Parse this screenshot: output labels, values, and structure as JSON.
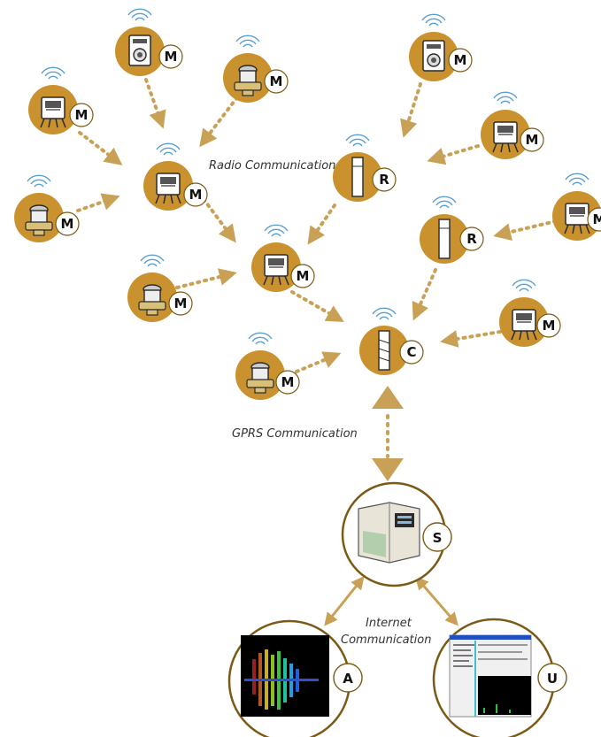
{
  "labels": {
    "radio": "Radio Communication",
    "gprs": "GPRS Communication",
    "internet_line1": "Internet",
    "internet_line2": "Communication"
  },
  "badges": {
    "meter": "M",
    "repeater": "R",
    "concentrator": "C",
    "server": "S",
    "analysis": "A",
    "user": "U"
  },
  "icons": {
    "meter_round": "water-meter-icon",
    "meter_box": "electric-meter-icon",
    "repeater": "repeater-icon",
    "concentrator": "concentrator-icon",
    "server": "server-icon",
    "analysis": "analysis-screen-icon",
    "user": "user-screen-icon",
    "signal": "wireless-signal-icon"
  },
  "colors": {
    "node_fill": "#c9922e",
    "arrow": "#c8a156",
    "circle_stroke": "#7a5a14",
    "badge_fill": "#ffffff"
  }
}
